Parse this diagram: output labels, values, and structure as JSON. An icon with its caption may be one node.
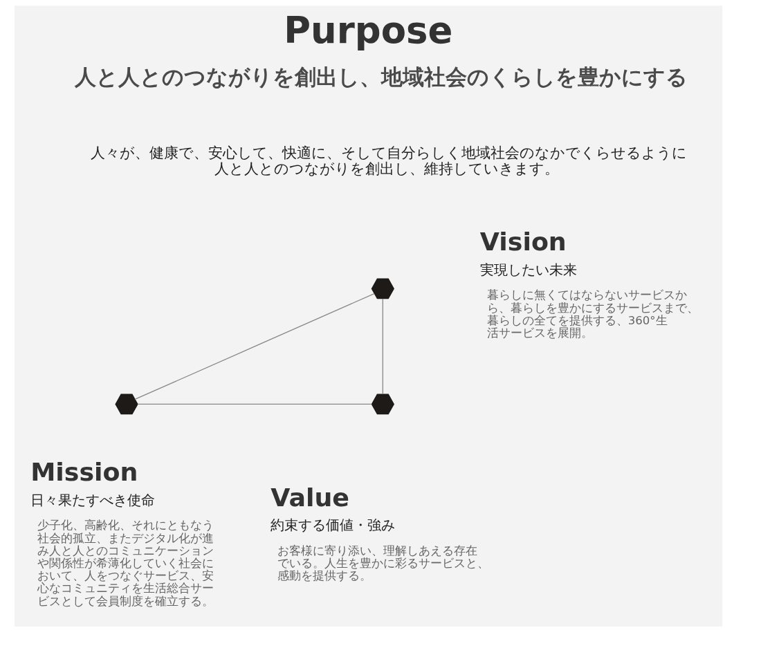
{
  "diagram": {
    "title": "Purpose",
    "nodes": [
      {
        "text": [],
        "shape": "hexagon",
        "beside": [
          "Vision",
          "実現したい未来",
          "暮らしに無くてはならないサービスから、暮らしを豊かにするサービスまで、暮らしの全てを提供する、360°生活サービスを展開。"
        ]
      },
      {
        "text": [],
        "shape": "hexagon",
        "beside": [
          "Mission",
          "日々果たすべき使命",
          "少子化、高齢化、それにともなう社会的孤立、またデジタル化が進み人と人とのコミュニケーションや関係性が希薄化していく社会において、人をつなぐサービス、安心なコミュニティを生活総合サービスとして会員制度を確立する。"
        ]
      },
      {
        "text": [],
        "shape": "hexagon",
        "beside": [
          "Value",
          "約束する価値・強み",
          "お客様に寄り添い、理解しあえる存在でいる。人生を豊かに彩るサービスと、感動を提供する。"
        ]
      }
    ],
    "edges": [
      {
        "from": 1,
        "to": 0,
        "arrow": "none"
      },
      {
        "from": 1,
        "to": 2,
        "arrow": "none"
      },
      {
        "from": 0,
        "to": 2,
        "arrow": "none"
      }
    ],
    "labels": [
      "人と人とのつながりを創出し、地域社会のくらしを豊かにする",
      "人々が、健康で、安心して、快適に、そして自分らしく地域社会のなかでくらせるように人と人とのつながりを創出し、維持していきます。"
    ]
  }
}
